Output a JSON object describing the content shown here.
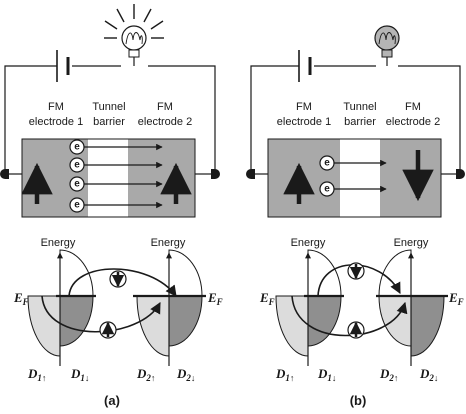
{
  "colors": {
    "electrode": "#a9a9a9",
    "barrier": "#ffffff",
    "bulb_off": "#b5b5b5",
    "band_majority": "#dcdcdc",
    "band_minority": "#8f8f8f",
    "line": "#1a1a1a"
  },
  "panels": [
    {
      "caption": "(a)",
      "bulb_state": "on",
      "electrode1": [
        "FM",
        "electrode 1"
      ],
      "barrier": [
        "Tunnel",
        "barrier"
      ],
      "electrode2": [
        "FM",
        "electrode 2"
      ],
      "electron_label": "e",
      "electron_count": 4,
      "magnetization_1": "up",
      "magnetization_2": "up",
      "energy_left": "Energy",
      "energy_right": "Energy",
      "fermi": "E",
      "fermi_sub": "F",
      "dos": [
        {
          "base": "D",
          "sub": "1↑"
        },
        {
          "base": "D",
          "sub": "1↓"
        },
        {
          "base": "D",
          "sub": "2↑"
        },
        {
          "base": "D",
          "sub": "2↓"
        }
      ]
    },
    {
      "caption": "(b)",
      "bulb_state": "off",
      "electrode1": [
        "FM",
        "electrode 1"
      ],
      "barrier": [
        "Tunnel",
        "barrier"
      ],
      "electrode2": [
        "FM",
        "electrode 2"
      ],
      "electron_label": "e",
      "electron_count": 2,
      "magnetization_1": "up",
      "magnetization_2": "down",
      "energy_left": "Energy",
      "energy_right": "Energy",
      "fermi": "E",
      "fermi_sub": "F",
      "dos": [
        {
          "base": "D",
          "sub": "1↑"
        },
        {
          "base": "D",
          "sub": "1↓"
        },
        {
          "base": "D",
          "sub": "2↑"
        },
        {
          "base": "D",
          "sub": "2↓"
        }
      ]
    }
  ]
}
